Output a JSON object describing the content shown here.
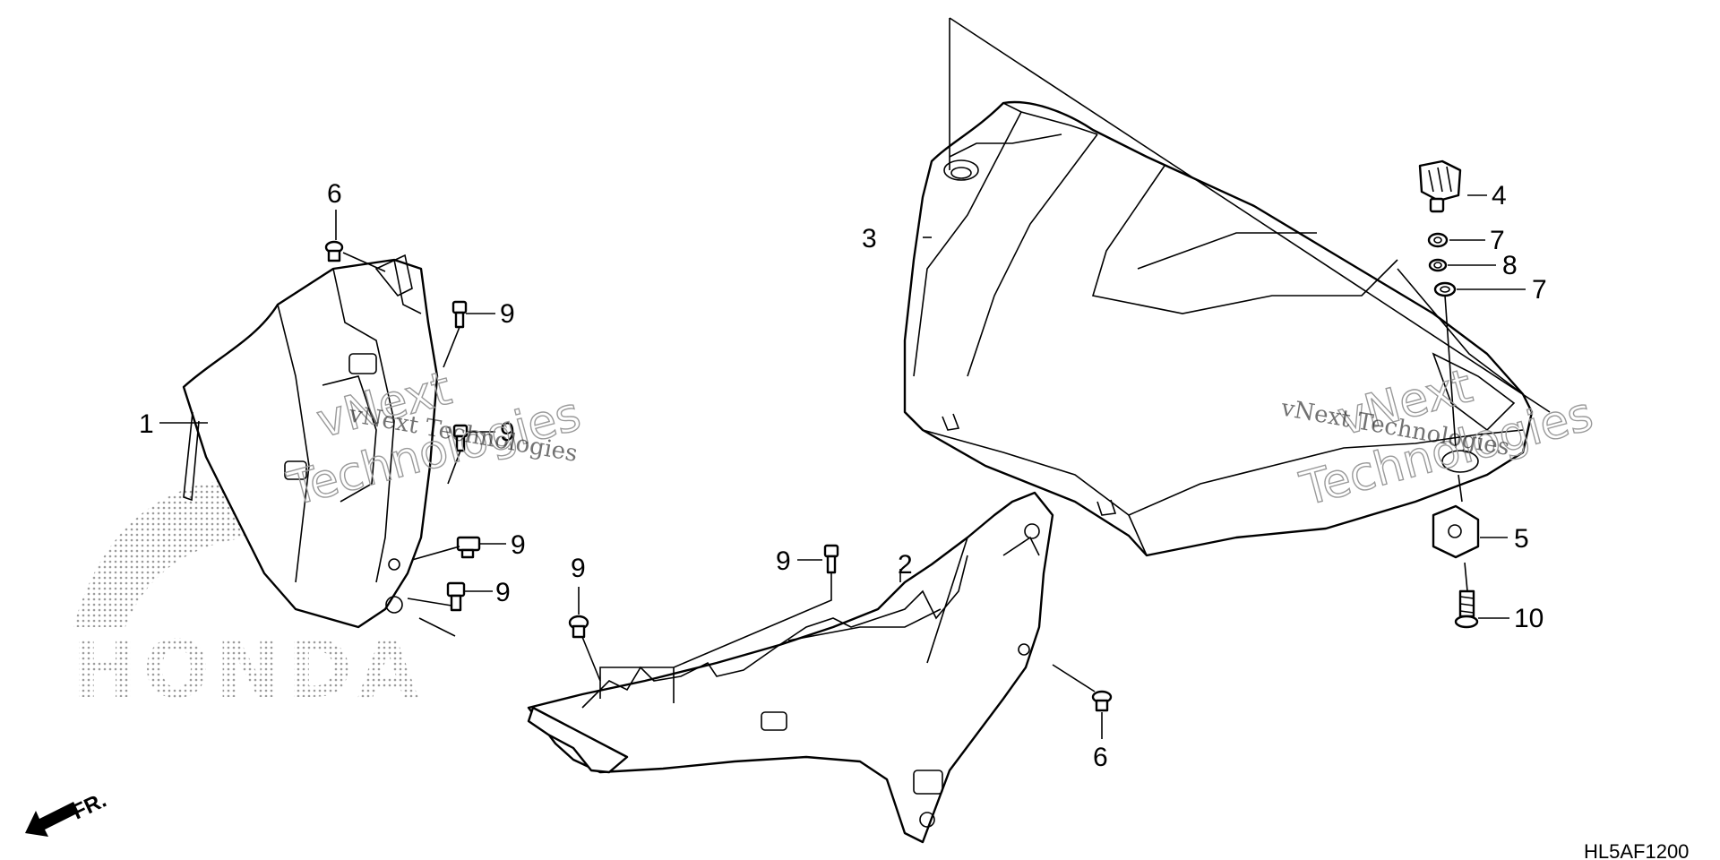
{
  "diagram": {
    "callouts": {
      "c1": "1",
      "c2": "2",
      "c3": "3",
      "c4": "4",
      "c5": "5",
      "c6a": "6",
      "c6b": "6",
      "c7a": "7",
      "c7b": "7",
      "c8": "8",
      "c9a": "9",
      "c9b": "9",
      "c9c": "9",
      "c9d": "9",
      "c9e": "9",
      "c9f": "9",
      "c10": "10"
    },
    "direction_label": "FR.",
    "diagram_code": "HL5AF1200",
    "watermarks": {
      "left_line1": "vNext",
      "left_line2": "Technologies",
      "left_overlay": "vNext Technologies",
      "right_line1": "vNext",
      "right_line2": "Technologies",
      "right_overlay": "vNext Technologies"
    },
    "brand_logo_text": "HONDA"
  }
}
